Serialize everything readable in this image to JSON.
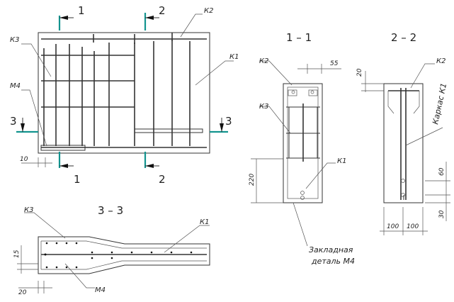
{
  "labels": {
    "k1": "К1",
    "k2": "К2",
    "k3": "К3",
    "m4": "М4",
    "karkas_k1": "Каркас К1",
    "embedded_line1": "Закладная",
    "embedded_line2": "деталь М4"
  },
  "sections": {
    "s1": "1",
    "s2": "2",
    "s3": "3",
    "title_11": "1 – 1",
    "title_22": "2 – 2",
    "title_33": "3 – 3"
  },
  "dimensions": {
    "d10": "10",
    "d55": "55",
    "d20": "20",
    "d220": "220",
    "d60": "60",
    "d30": "30",
    "d100a": "100",
    "d100b": "100",
    "d15": "15",
    "d20b": "20"
  },
  "colors": {
    "cut_line": "#13948f",
    "line": "#333333"
  }
}
